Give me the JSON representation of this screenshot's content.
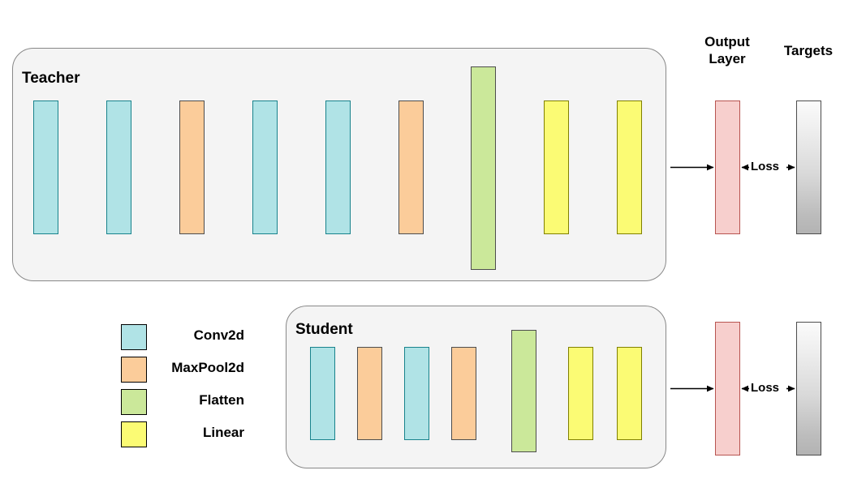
{
  "diagram": {
    "title_groups": [
      {
        "name": "output-layer",
        "label": "Output\nLayer"
      },
      {
        "name": "targets",
        "label": "Targets"
      }
    ],
    "loss_label_teacher": "Loss",
    "loss_label_student": "Loss"
  },
  "teacher": {
    "title": "Teacher",
    "layers": [
      {
        "type": "Conv2d",
        "color": "#b0e3e6"
      },
      {
        "type": "Conv2d",
        "color": "#b0e3e6"
      },
      {
        "type": "MaxPool2d",
        "color": "#fbcc9a"
      },
      {
        "type": "Conv2d",
        "color": "#b0e3e6"
      },
      {
        "type": "Conv2d",
        "color": "#b0e3e6"
      },
      {
        "type": "MaxPool2d",
        "color": "#fbcc9a"
      },
      {
        "type": "Flatten",
        "color": "#cbe89a"
      },
      {
        "type": "Linear",
        "color": "#fbfb74"
      },
      {
        "type": "Linear",
        "color": "#fbfb74"
      }
    ],
    "output_layer": "Output Layer",
    "targets": "Targets"
  },
  "student": {
    "title": "Student",
    "layers": [
      {
        "type": "Conv2d",
        "color": "#b0e3e6"
      },
      {
        "type": "MaxPool2d",
        "color": "#fbcc9a"
      },
      {
        "type": "Conv2d",
        "color": "#b0e3e6"
      },
      {
        "type": "MaxPool2d",
        "color": "#fbcc9a"
      },
      {
        "type": "Flatten",
        "color": "#cbe89a"
      },
      {
        "type": "Linear",
        "color": "#fbfb74"
      },
      {
        "type": "Linear",
        "color": "#fbfb74"
      }
    ],
    "output_layer": "Output Layer",
    "targets": "Targets"
  },
  "legend": {
    "items": [
      {
        "label": "Conv2d",
        "color": "#b0e3e6",
        "border": "#18838c"
      },
      {
        "label": "MaxPool2d",
        "color": "#fbcc9a",
        "border": "#4d4d4d"
      },
      {
        "label": "Flatten",
        "color": "#cbe89a",
        "border": "#4d4d4d"
      },
      {
        "label": "Linear",
        "color": "#fbfb74",
        "border": "#808000"
      }
    ]
  },
  "colors": {
    "panel_fill": "#f4f4f4",
    "panel_border": "#888888",
    "conv": "#b0e3e6",
    "maxpool": "#fbcc9a",
    "flatten": "#cbe89a",
    "linear": "#fbfb74",
    "output": "#f7cfcd",
    "output_border": "#b85450",
    "target_top": "#fbfbfb",
    "target_bottom": "#b3b3b3",
    "arrow": "#000000"
  }
}
